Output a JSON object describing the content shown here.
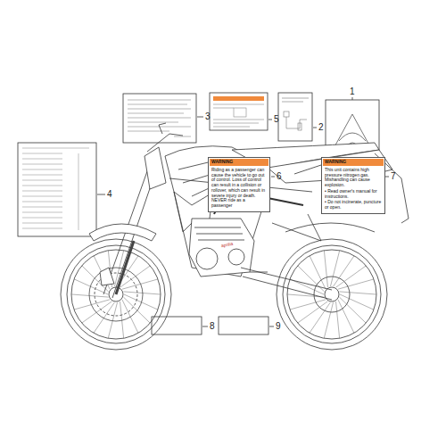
{
  "diagram": {
    "nodes": [
      {
        "text": [
          "WARNING",
          "Riding as a passenger can cause the vehicle to go out of control. Loss of control can result in a collision or rollover, which can result in severe injury or death. NEVER ride as a passenger"
        ]
      },
      {
        "text": [
          "WARNING",
          "This unit contains high pressure nitrogen gas. Mishandling can cause explosion.",
          "• Read owner's manual for instructions.",
          "• Do not incinerate, puncture or open."
        ]
      }
    ],
    "labels": [
      "1",
      "2",
      "3",
      "4",
      "5",
      "6",
      "7",
      "8",
      "9",
      "aprilia"
    ]
  }
}
